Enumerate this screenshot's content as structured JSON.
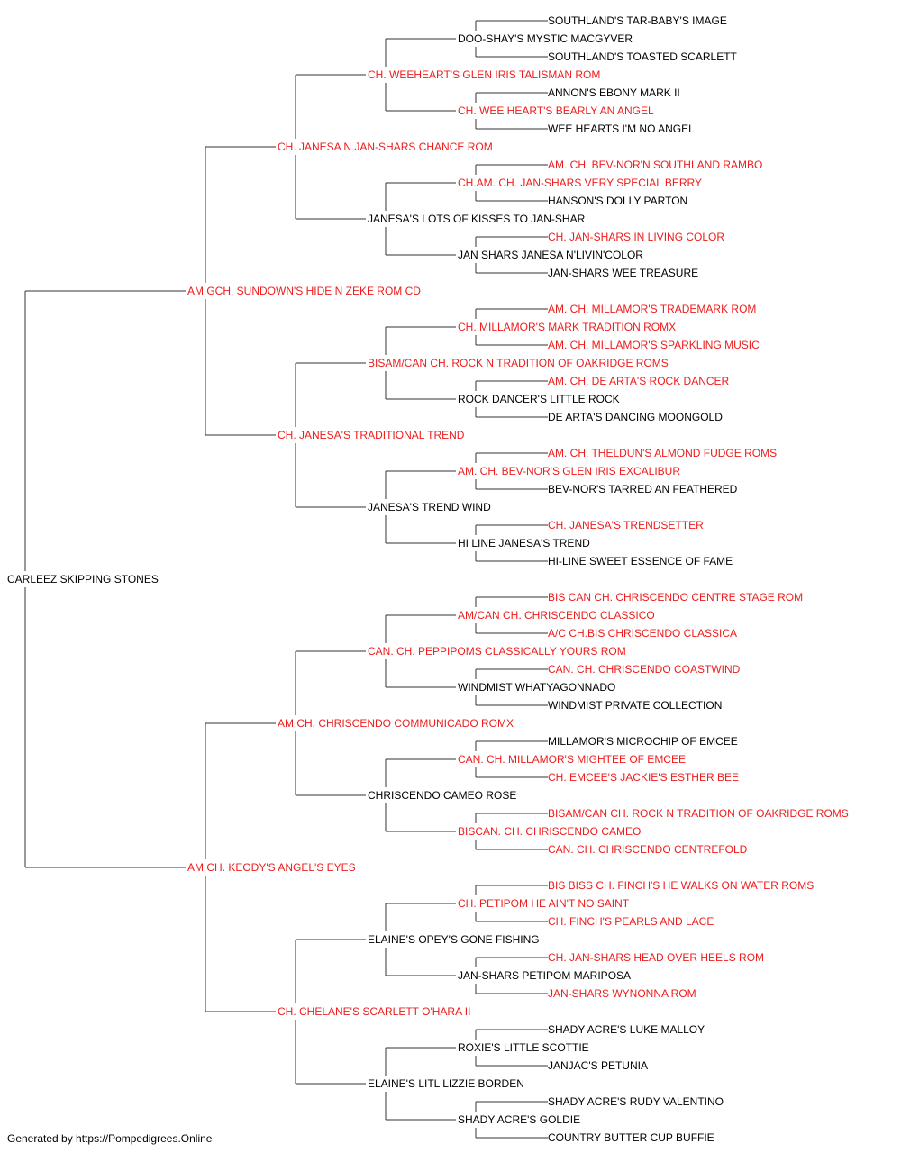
{
  "colors": {
    "titled": "#ee1c1c",
    "plain": "#000000",
    "line": "#333333"
  },
  "dog": {
    "name": "CARLEEZ SKIPPING STONES",
    "titled": false
  },
  "ancestors": {
    "1": {
      "name": "AM GCH. SUNDOWN'S HIDE N ZEKE ROM CD",
      "titled": true
    },
    "2": {
      "name": "AM CH. KEODY'S ANGEL'S EYES",
      "titled": true
    },
    "11": {
      "name": "CH. JANESA N JAN-SHARS CHANCE ROM",
      "titled": true
    },
    "12": {
      "name": "CH. JANESA'S TRADITIONAL TREND",
      "titled": true
    },
    "21": {
      "name": "AM CH. CHRISCENDO COMMUNICADO ROMX",
      "titled": true
    },
    "22": {
      "name": "CH. CHELANE'S SCARLETT O'HARA II",
      "titled": true
    },
    "111": {
      "name": "CH. WEEHEART'S GLEN IRIS TALISMAN ROM",
      "titled": true
    },
    "112": {
      "name": "JANESA'S LOTS OF KISSES TO JAN-SHAR",
      "titled": false
    },
    "121": {
      "name": "BISAM/CAN CH. ROCK N TRADITION OF OAKRIDGE ROMS",
      "titled": true
    },
    "122": {
      "name": "JANESA'S TREND WIND",
      "titled": false
    },
    "211": {
      "name": "CAN. CH. PEPPIPOMS CLASSICALLY YOURS ROM",
      "titled": true
    },
    "212": {
      "name": "CHRISCENDO CAMEO ROSE",
      "titled": false
    },
    "221": {
      "name": "ELAINE'S OPEY'S GONE FISHING",
      "titled": false
    },
    "222": {
      "name": "ELAINE'S LITL LIZZIE BORDEN",
      "titled": false
    },
    "1111": {
      "name": "DOO-SHAY'S MYSTIC MACGYVER",
      "titled": false
    },
    "1112": {
      "name": "CH. WEE HEART'S BEARLY AN ANGEL",
      "titled": true
    },
    "1121": {
      "name": "CH.AM. CH. JAN-SHARS VERY SPECIAL BERRY",
      "titled": true
    },
    "1122": {
      "name": "JAN SHARS JANESA N'LIVIN'COLOR",
      "titled": false
    },
    "1211": {
      "name": "CH. MILLAMOR'S MARK TRADITION ROMX",
      "titled": true
    },
    "1212": {
      "name": "ROCK DANCER'S LITTLE ROCK",
      "titled": false
    },
    "1221": {
      "name": "AM. CH. BEV-NOR'S GLEN IRIS EXCALIBUR",
      "titled": true
    },
    "1222": {
      "name": "HI LINE JANESA'S TREND",
      "titled": false
    },
    "2111": {
      "name": "AM/CAN CH. CHRISCENDO CLASSICO",
      "titled": true
    },
    "2112": {
      "name": "WINDMIST WHATYAGONNADO",
      "titled": false
    },
    "2121": {
      "name": "CAN. CH. MILLAMOR'S MIGHTEE OF EMCEE",
      "titled": true
    },
    "2122": {
      "name": "BISCAN. CH. CHRISCENDO CAMEO",
      "titled": true
    },
    "2211": {
      "name": "CH. PETIPOM HE AIN'T NO SAINT",
      "titled": true
    },
    "2212": {
      "name": "JAN-SHARS PETIPOM MARIPOSA",
      "titled": false
    },
    "2221": {
      "name": "ROXIE'S LITTLE SCOTTIE",
      "titled": false
    },
    "2222": {
      "name": "SHADY ACRE'S GOLDIE",
      "titled": false
    },
    "11111": {
      "name": "SOUTHLAND'S TAR-BABY'S IMAGE",
      "titled": false
    },
    "11112": {
      "name": "SOUTHLAND'S TOASTED SCARLETT",
      "titled": false
    },
    "11121": {
      "name": "ANNON'S EBONY MARK II",
      "titled": false
    },
    "11122": {
      "name": "WEE HEARTS I'M NO ANGEL",
      "titled": false
    },
    "11211": {
      "name": "AM. CH. BEV-NOR'N SOUTHLAND RAMBO",
      "titled": true
    },
    "11212": {
      "name": "HANSON'S DOLLY PARTON",
      "titled": false
    },
    "11221": {
      "name": "CH. JAN-SHARS IN LIVING COLOR",
      "titled": true
    },
    "11222": {
      "name": "JAN-SHARS WEE TREASURE",
      "titled": false
    },
    "12111": {
      "name": "AM. CH. MILLAMOR'S TRADEMARK ROM",
      "titled": true
    },
    "12112": {
      "name": "AM. CH. MILLAMOR'S SPARKLING MUSIC",
      "titled": true
    },
    "12121": {
      "name": "AM. CH. DE ARTA'S ROCK DANCER",
      "titled": true
    },
    "12122": {
      "name": "DE ARTA'S DANCING MOONGOLD",
      "titled": false
    },
    "12211": {
      "name": "AM. CH. THELDUN'S ALMOND FUDGE ROMS",
      "titled": true
    },
    "12212": {
      "name": "BEV-NOR'S TARRED AN FEATHERED",
      "titled": false
    },
    "12221": {
      "name": "CH. JANESA'S TRENDSETTER",
      "titled": true
    },
    "12222": {
      "name": "HI-LINE SWEET ESSENCE OF FAME",
      "titled": false
    },
    "21111": {
      "name": "BIS CAN CH. CHRISCENDO CENTRE STAGE ROM",
      "titled": true
    },
    "21112": {
      "name": "A/C CH.BIS CHRISCENDO CLASSICA",
      "titled": true
    },
    "21121": {
      "name": "CAN. CH. CHRISCENDO COASTWIND",
      "titled": true
    },
    "21122": {
      "name": "WINDMIST PRIVATE COLLECTION",
      "titled": false
    },
    "21211": {
      "name": "MILLAMOR'S MICROCHIP OF EMCEE",
      "titled": false
    },
    "21212": {
      "name": "CH. EMCEE'S JACKIE'S ESTHER BEE",
      "titled": true
    },
    "21221": {
      "name": "BISAM/CAN CH. ROCK N TRADITION OF OAKRIDGE ROMS",
      "titled": true
    },
    "21222": {
      "name": "CAN. CH. CHRISCENDO CENTREFOLD",
      "titled": true
    },
    "22111": {
      "name": "BIS BISS CH. FINCH'S HE WALKS ON WATER ROMS",
      "titled": true
    },
    "22112": {
      "name": "CH. FINCH'S PEARLS AND LACE",
      "titled": true
    },
    "22121": {
      "name": "CH. JAN-SHARS HEAD OVER HEELS ROM",
      "titled": true
    },
    "22122": {
      "name": "JAN-SHARS WYNONNA ROM",
      "titled": true
    },
    "22211": {
      "name": "SHADY ACRE'S LUKE MALLOY",
      "titled": false
    },
    "22212": {
      "name": "JANJAC'S PETUNIA",
      "titled": false
    },
    "22221": {
      "name": "SHADY ACRE'S RUDY VALENTINO",
      "titled": false
    },
    "22222": {
      "name": "COUNTRY BUTTER CUP BUFFIE",
      "titled": false
    }
  },
  "footer": "Generated by https://Pompedigrees.Online"
}
